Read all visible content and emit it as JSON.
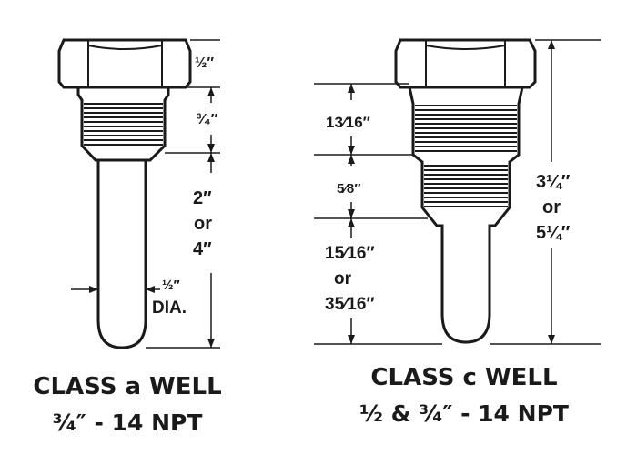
{
  "class_a": {
    "title": "CLASS a WELL",
    "subtitle": "³⁄₄″ - 14 NPT",
    "dims": {
      "hex": "½″",
      "thread": "³⁄₄″",
      "stem_1": "2″",
      "stem_or": "or",
      "stem_2": "4″",
      "dia": "½″",
      "dia_label": "DIA."
    }
  },
  "class_c": {
    "title": "CLASS c WELL",
    "subtitle": "½ & ³⁄₄″ - 14 NPT",
    "dims": {
      "upper_thread": "13⁄16″",
      "lower_thread": "5⁄8″",
      "stem_1": "15⁄16″",
      "stem_or": "or",
      "stem_2": "35⁄16″",
      "total_1": "3¼″",
      "total_or": "or",
      "total_2": "5¼″"
    }
  },
  "colors": {
    "ink": "#1a1a1a",
    "background": "#ffffff"
  }
}
